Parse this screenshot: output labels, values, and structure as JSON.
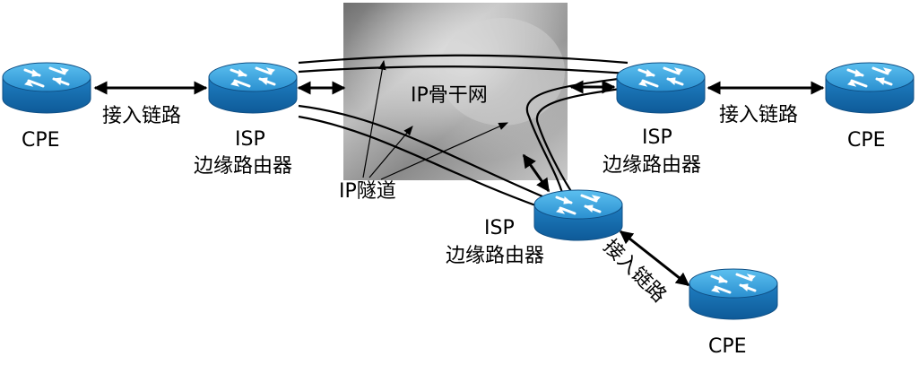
{
  "backbone": {
    "label": "IP骨干网",
    "tunnel_label": "IP隧道"
  },
  "nodes": {
    "cpe_left": {
      "label": "CPE"
    },
    "isp_left": {
      "line1": "ISP",
      "line2": "边缘路由器"
    },
    "isp_right": {
      "line1": "ISP",
      "line2": "边缘路由器"
    },
    "cpe_right": {
      "label": "CPE"
    },
    "isp_bottom": {
      "line1": "ISP",
      "line2": "边缘路由器"
    },
    "cpe_bottom": {
      "label": "CPE"
    }
  },
  "links": {
    "access_left": "接入链路",
    "access_right": "接入链路",
    "access_bottom": "接入链路"
  },
  "colors": {
    "router_top": "#3aa3dc",
    "router_side": "#1a73b6",
    "router_edge": "#0f4f85",
    "backbone_gray": "#9a9a9a"
  }
}
